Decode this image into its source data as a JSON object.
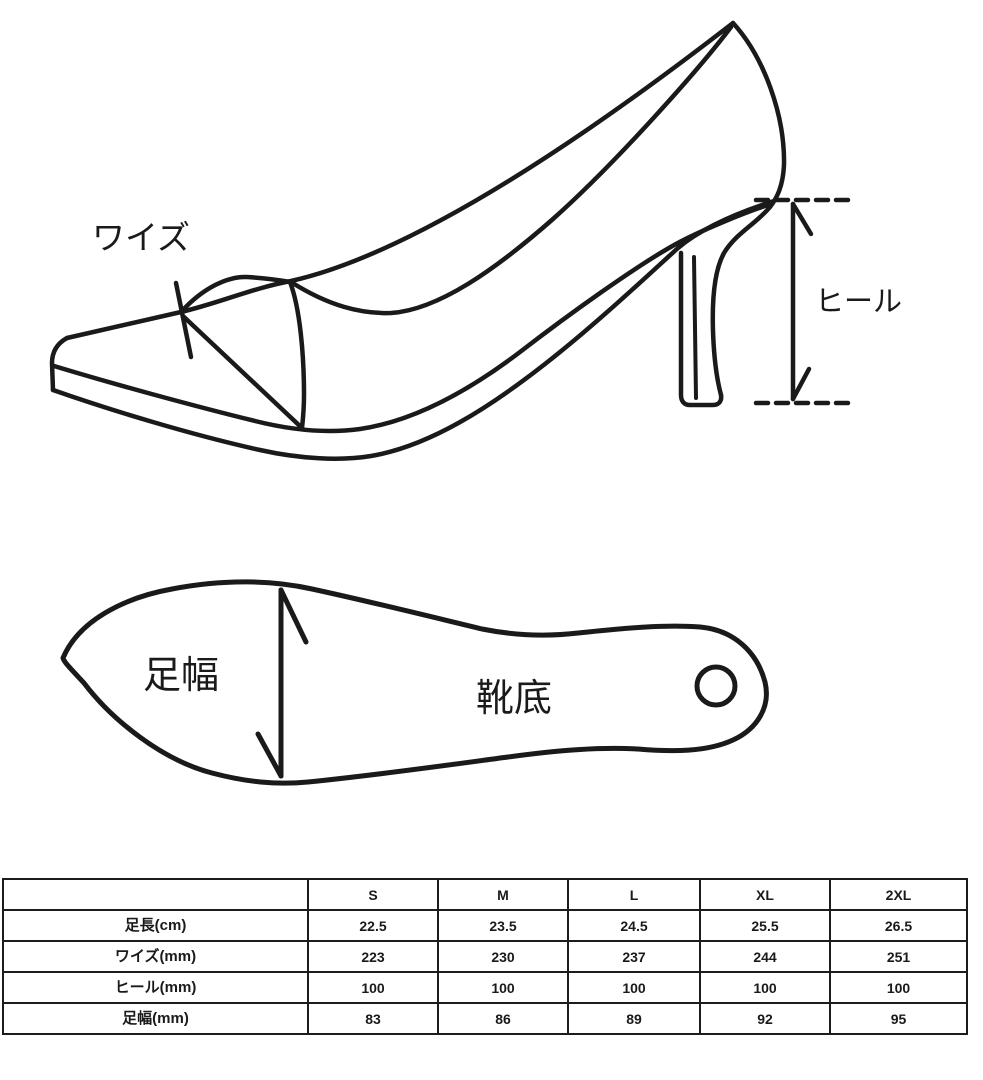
{
  "page": {
    "background_color": "#ffffff",
    "line_color": "#1a1a1a"
  },
  "diagram": {
    "side_view": {
      "description": "line drawing of a pointed-toe high-heel pump, side view",
      "labels": {
        "wise": "ワイズ",
        "heel": "ヒール"
      }
    },
    "sole_view": {
      "description": "line drawing of the shoe sole outline, bottom view, with small circle at heel",
      "labels": {
        "foot_width": "足幅",
        "sole": "靴底"
      }
    }
  },
  "size_table": {
    "columns": [
      "",
      "S",
      "M",
      "L",
      "XL",
      "2XL"
    ],
    "rows": [
      {
        "label": "足長(cm)",
        "values": [
          "22.5",
          "23.5",
          "24.5",
          "25.5",
          "26.5"
        ]
      },
      {
        "label": "ワイズ(mm)",
        "values": [
          "223",
          "230",
          "237",
          "244",
          "251"
        ]
      },
      {
        "label": "ヒール(mm)",
        "values": [
          "100",
          "100",
          "100",
          "100",
          "100"
        ]
      },
      {
        "label": "足幅(mm)",
        "values": [
          "83",
          "86",
          "89",
          "92",
          "95"
        ]
      }
    ]
  },
  "chart_data": {
    "type": "table",
    "columns": [
      "",
      "S",
      "M",
      "L",
      "XL",
      "2XL"
    ],
    "rows": [
      [
        "足長(cm)",
        "22.5",
        "23.5",
        "24.5",
        "25.5",
        "26.5"
      ],
      [
        "ワイズ(mm)",
        "223",
        "230",
        "237",
        "244",
        "251"
      ],
      [
        "ヒール(mm)",
        "100",
        "100",
        "100",
        "100",
        "100"
      ],
      [
        "足幅(mm)",
        "83",
        "86",
        "89",
        "92",
        "95"
      ]
    ]
  }
}
